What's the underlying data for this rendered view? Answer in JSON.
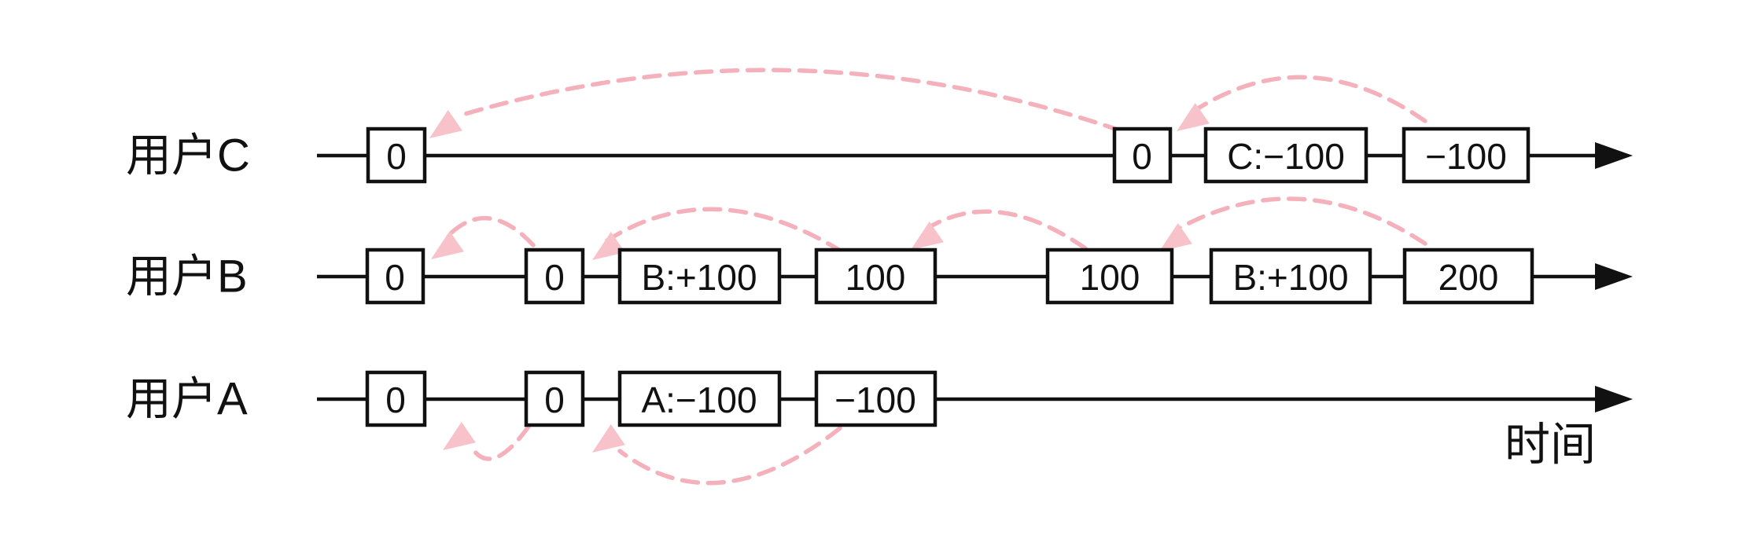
{
  "axis": {
    "time_label": "时间"
  },
  "rows": [
    {
      "user": "用户C",
      "boxes": [
        "0",
        "0",
        "C:−100",
        "−100"
      ],
      "causal_links": [
        {
          "from": 1,
          "to": 0
        },
        {
          "from": 3,
          "to": 1
        }
      ]
    },
    {
      "user": "用户B",
      "boxes": [
        "0",
        "0",
        "B:+100",
        "100",
        "100",
        "B:+100",
        "200"
      ],
      "causal_links": [
        {
          "from": 1,
          "to": 0
        },
        {
          "from": 3,
          "to": 1
        },
        {
          "from": 4,
          "to": 3
        },
        {
          "from": 6,
          "to": 4
        }
      ]
    },
    {
      "user": "用户A",
      "boxes": [
        "0",
        "0",
        "A:−100",
        "−100"
      ],
      "causal_links": [
        {
          "from": 1,
          "to": 0
        },
        {
          "from": 3,
          "to": 1
        }
      ]
    }
  ],
  "colors": {
    "ink": "#111111",
    "box_fill": "#ffffff",
    "dash_pink": "#f5b1bb",
    "arrow_pink": "#f7c2c9",
    "background": "#ffffff"
  }
}
